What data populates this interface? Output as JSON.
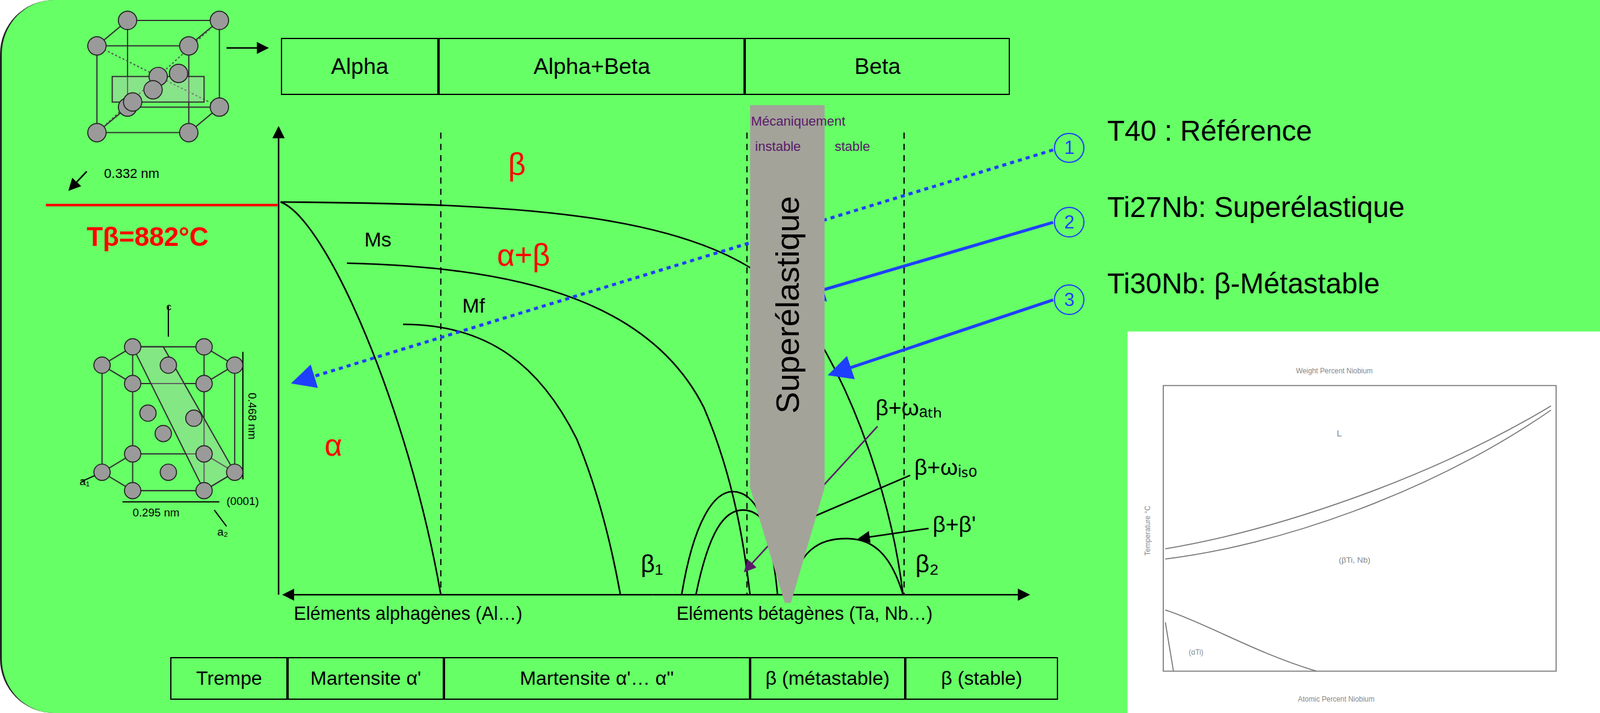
{
  "diagram": {
    "nodes": [
      {
        "text": [
          "Alpha"
        ]
      },
      {
        "text": [
          "Alpha+Beta"
        ]
      },
      {
        "text": [
          "Beta"
        ]
      },
      {
        "text": [
          "Trempe"
        ]
      },
      {
        "text": [
          "Martensite α'"
        ]
      },
      {
        "text": [
          "Martensite α'… α''"
        ]
      },
      {
        "text": [
          "β (métastable)"
        ]
      },
      {
        "text": [
          "β (stable)"
        ]
      },
      {
        "text": [
          "Superélastique"
        ]
      },
      {
        "text": [
          "1"
        ]
      },
      {
        "text": [
          "2"
        ]
      },
      {
        "text": [
          "3"
        ]
      }
    ],
    "edges": [],
    "labels": [
      "0.332 nm",
      "Tβ=882°C",
      "c",
      "0.468 nm",
      "a₁",
      "a₂",
      "(0001)",
      "0.295 nm",
      "β",
      "α+β",
      "α",
      "Ms",
      "Mf",
      "β₁",
      "β₂",
      "β+ωₐₜₕ",
      "β+ωᵢₛₒ",
      "β+β'",
      "Mécaniquement",
      "instable",
      "stable",
      "Eléments alphagènes (Al…)",
      "Eléments bétagènes (Ta, Nb…)",
      "T40 : Référence",
      "Ti27Nb: Superélastique",
      "Ti30Nb: β-Métastable",
      "Weight Percent Niobium",
      "L",
      "(βTi, Nb)",
      "(αTi)",
      "Atomic Percent Niobium",
      "Temperature °C"
    ]
  }
}
